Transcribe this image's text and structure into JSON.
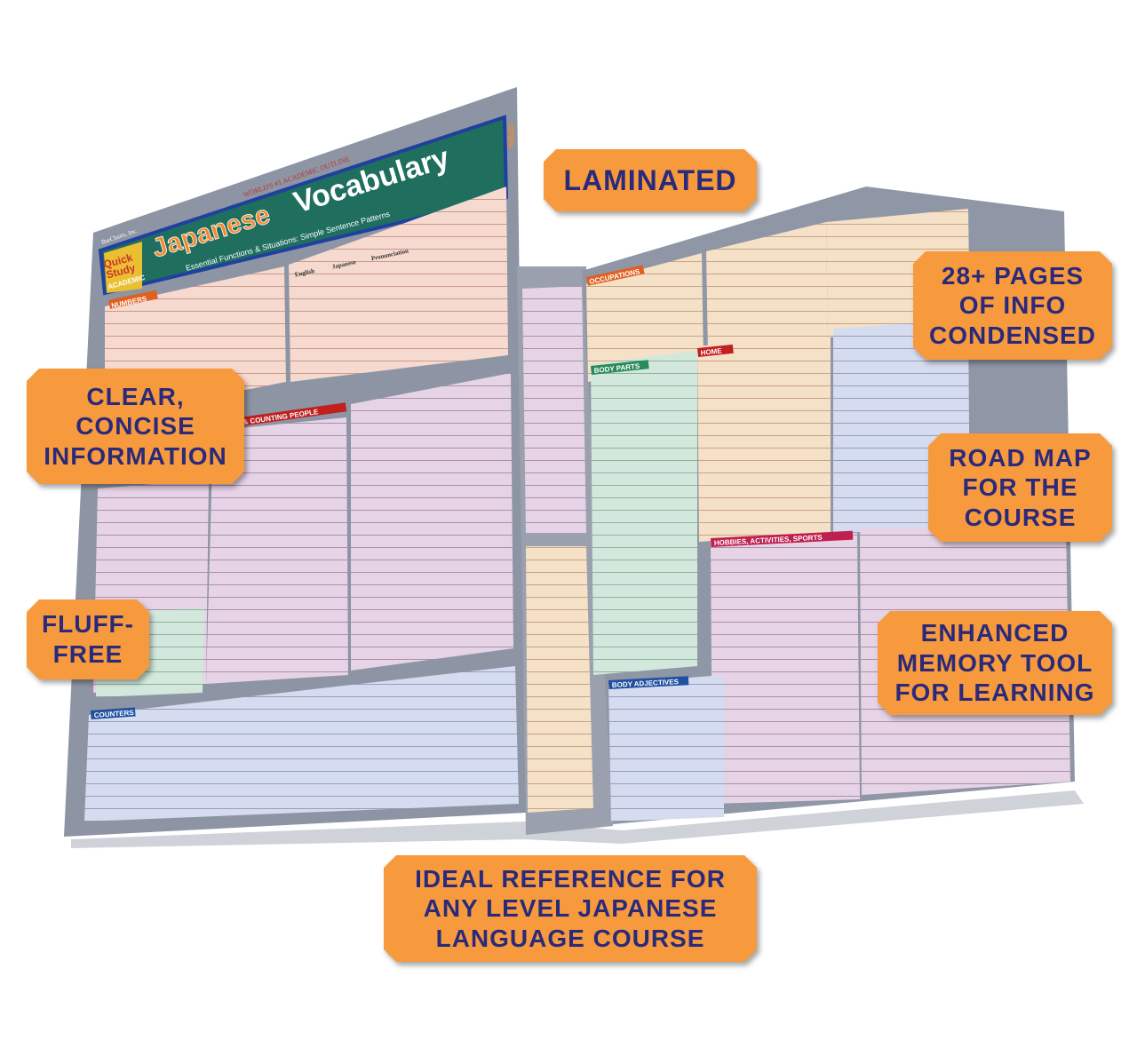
{
  "product": {
    "publisher": "BarCharts, Inc.",
    "series_badge": [
      "Quick",
      "Study",
      "ACADEMIC"
    ],
    "outline_label": "WORLD'S #1 ACADEMIC OUTLINE",
    "title_part1": "Japanese",
    "title_part2": "Vocabulary",
    "subtitle": "Essential Functions & Situations: Simple Sentence Patterns",
    "open_tab": "OPEN",
    "sections": [
      "NUMBERS",
      "OCCUPATIONS",
      "BODY PARTS",
      "HOME",
      "HOBBIES, ACTIVITIES, SPORTS",
      "BODY ADJECTIVES",
      "COUNTERS",
      "& COUNTING PEOPLE"
    ],
    "table_headers": [
      "English",
      "Japanese",
      "Pronunciation"
    ]
  },
  "callouts": {
    "laminated": "LAMINATED",
    "pages": "28+ PAGES OF INFO CONDENSED",
    "clear": "CLEAR, CONCISE INFORMATION",
    "road_map": "ROAD MAP FOR THE COURSE",
    "fluff_free": "FLUFF-FREE",
    "memory": "ENHANCED MEMORY TOOL FOR LEARNING",
    "ideal": "IDEAL REFERENCE FOR ANY LEVEL JAPANESE LANGUAGE COURSE"
  },
  "colors": {
    "callout_bg": "#f79a3e",
    "callout_text": "#2b2a7a",
    "panel": "#8d94a3"
  }
}
